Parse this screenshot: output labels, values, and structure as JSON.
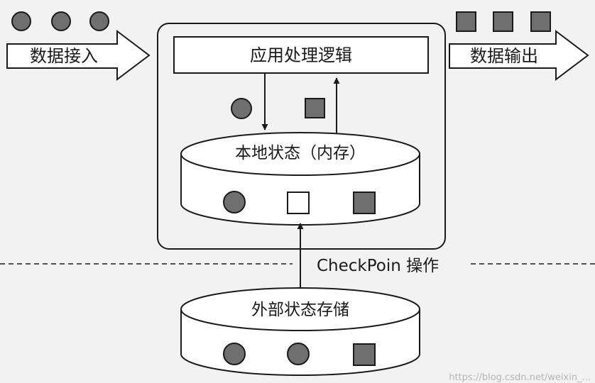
{
  "diagram": {
    "input_arrow_label": "数据接入",
    "output_arrow_label": "数据输出",
    "app_logic_label": "应用处理逻辑",
    "local_state_label": "本地状态（内存）",
    "checkpoint_label": "CheckPoin 操作",
    "external_state_label": "外部状态存储",
    "watermark": "https://blog.csdn.net/weixin_..."
  },
  "colors": {
    "background": "#f2f2f2",
    "stroke": "#1a1a1a",
    "token_fill": "#6f6f6f",
    "empty_token_fill": "#ffffff"
  },
  "tokens": {
    "input": [
      "circle",
      "circle",
      "circle"
    ],
    "output": [
      "square",
      "square",
      "square"
    ],
    "between_logic_and_state": [
      "circle",
      "square"
    ],
    "local_state": [
      "circle",
      "empty-square",
      "square"
    ],
    "external_state": [
      "circle",
      "circle",
      "square"
    ]
  }
}
